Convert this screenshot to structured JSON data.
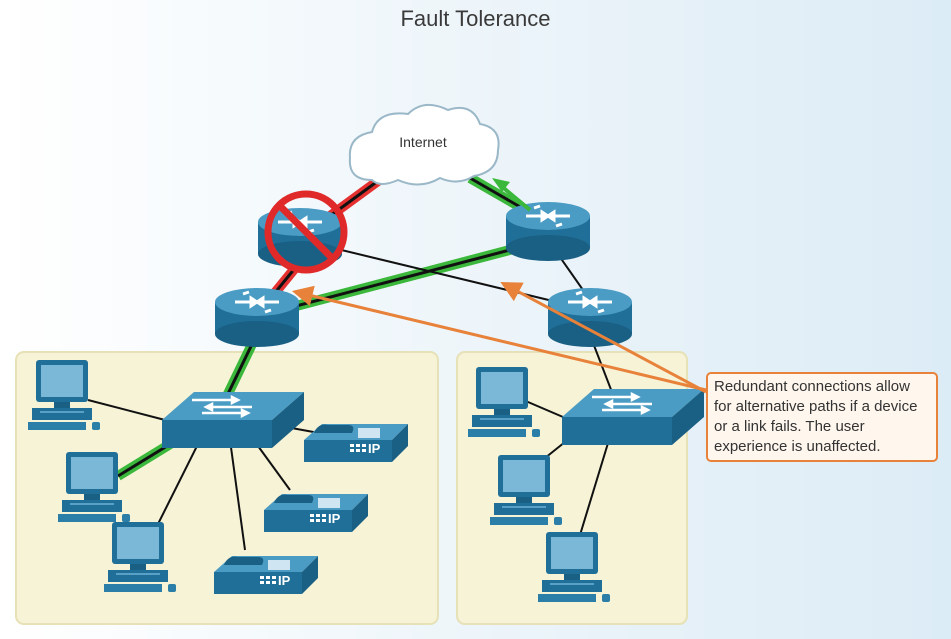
{
  "title": "Fault Tolerance",
  "cloud": {
    "label": "Internet",
    "icon": "cloud-icon"
  },
  "callout": {
    "text": "Redundant connections allow for alternative paths if a device or a link fails. The user experience is unaffected."
  },
  "phones": {
    "badge": "IP",
    "count": 3
  },
  "colors": {
    "failed_link": "#e53030",
    "active_path": "#3bb83b",
    "callout_border": "#e8823a",
    "device": "#1f6f99",
    "zone_fill": "#f6f3d6"
  },
  "icons": [
    "cloud-icon",
    "router-icon",
    "switch-icon",
    "pc-icon",
    "ip-phone-icon",
    "prohibited-icon",
    "arrow-icon"
  ]
}
